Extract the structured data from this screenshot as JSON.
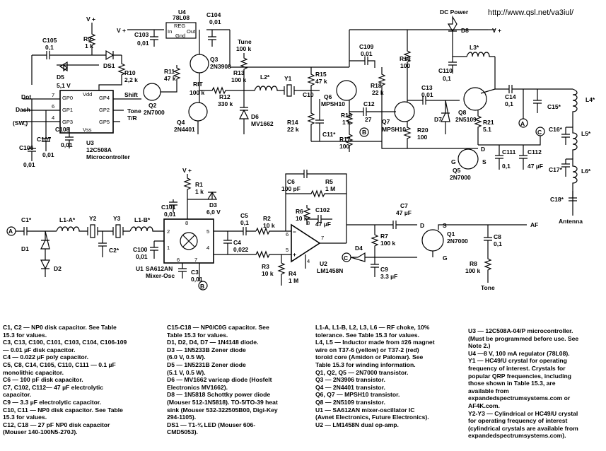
{
  "url": "http://www.qsl.net/va3iul/",
  "labels": {
    "dc_power": "DC Power",
    "vplus": "V +",
    "u4": "U4",
    "u4_part": "78L08",
    "reg": "REG",
    "in": "In",
    "gnd": "Gnd",
    "out": "Out",
    "c104": "C104",
    "c104_v": "0,01",
    "c103": "C103",
    "c103_v": "0,01",
    "c105": "C105",
    "c105_v": "0,1",
    "r9": "R9",
    "r9_v": "1 k",
    "ds1": "DS1",
    "d5": "D5",
    "d5_v": "5,1 V",
    "r10": "R10",
    "r10_v": "2,2 k",
    "tune": "Tune",
    "tune_v": "100 k",
    "q3": "Q3",
    "q3_p": "2N3908",
    "r11": "R11",
    "r11_v": "47 k",
    "r13": "R13",
    "r13_v": "100 k",
    "rit": "RIT",
    "rit_v": "100 k",
    "r12": "R12",
    "r12_v": "330 k",
    "l2": "L2*",
    "y1": "Y1",
    "d6": "D6",
    "d6_p": "MV1662",
    "q2": "Q2",
    "q2_p": "2N7000",
    "q4": "Q4",
    "q4_p": "2N4401",
    "dot": "Dot",
    "dash": "Dash",
    "sw": "(SW,)",
    "vdd": "Vdd",
    "vss": "Vss",
    "gp0": "GP0",
    "gp1": "GP1",
    "gp3": "GP3",
    "gp4": "GP4",
    "gp2": "GP2",
    "gp5": "GP5",
    "shift": "Shift",
    "tone_tr": "Tone",
    "tr": "T/R",
    "u3": "U3",
    "u3_p": "12C508A",
    "u3_d": "Microcontroller",
    "c106": "C106",
    "c106_v": "0,01",
    "c107": "C107",
    "c107_v": "0,01",
    "c108": "C108",
    "c108_v": "0,01",
    "r15": "R15",
    "r15_v": "47 k",
    "c10": "C10",
    "r14": "R14",
    "r14_v": "22 k",
    "c11": "C11*",
    "q6": "Q6",
    "q6_p": "MPSH10",
    "c109": "C109",
    "c109_v": "0,01",
    "r18": "R18",
    "r18_v": "22 k",
    "r16": "R16",
    "r16_v": "1 k",
    "r17": "R17",
    "r17_v": "100",
    "c12": "C12",
    "c12_v": "27",
    "r19": "R19",
    "r19_v": "100",
    "q7": "Q7",
    "q7_p": "MPSH10",
    "r20": "R20",
    "r20_v": "100",
    "c110": "C110",
    "c110_v": "0,1",
    "l3": "L3*",
    "d8": "D8",
    "c13": "C13",
    "c13_v": "0,01",
    "d7": "D7",
    "q8": "Q8",
    "q8_p": "2N5109",
    "r21": "R21",
    "r21_v": "5.1",
    "c14": "C14",
    "c14_v": "0,1",
    "c15": "C15*",
    "l4": "L4*",
    "c16": "C16*",
    "l5": "L5*",
    "c17": "C17*",
    "l6": "L6*",
    "c18": "C18*",
    "antenna": "Antenna",
    "q5": "Q5",
    "q5_p": "2N7000",
    "c111": "C111",
    "c111_v": "0,1",
    "c112": "C112",
    "c112_v": "47 µF",
    "r1": "R1",
    "r1_v": "1 k",
    "d3": "D3",
    "d3_v": "6,0 V",
    "c101": "C101",
    "c101_v": "0,01",
    "c1": "C1*",
    "l1a": "L1-A*",
    "y2": "Y2",
    "y3": "Y3",
    "l1b": "L1-B*",
    "d1": "D1",
    "d2": "D2",
    "c2": "C2*",
    "c100": "C100",
    "c100_v": "0,01",
    "c3": "C3",
    "c3_v": "0,01",
    "u1": "U1",
    "u1_p": "SA612AN",
    "u1_d": "Mixer-Osc",
    "c4": "C4",
    "c4_v": "0,022",
    "c5": "C5",
    "c5_v": "0,1",
    "r2": "R2",
    "r2_v": "10 k",
    "r3": "R3",
    "r3_v": "10 k",
    "r4": "R4",
    "r4_v": "1 M",
    "c6": "C6",
    "c6_v": "100 pF",
    "r5": "R5",
    "r5_v": "1 M",
    "r6": "R6",
    "r6_v": "10 k",
    "c102": "C102",
    "c102_v": "47 µF",
    "u2": "U2",
    "u2_p": "LM1458N",
    "c7": "C7",
    "c7_v": "47 µF",
    "r7": "R7",
    "r7_v": "100 k",
    "d4": "D4",
    "c9": "C9",
    "c9_v": "3.3 µF",
    "q1": "Q1",
    "q1_p": "2N7000",
    "c8": "C8",
    "c8_v": "0,1",
    "r8": "R8",
    "r8_v": "100 k",
    "tone": "Tone",
    "af": "AF",
    "node_a": "A",
    "node_b": "B",
    "node_c": "C",
    "pin_d": "D",
    "pin_g": "G",
    "pin_s": "S"
  },
  "notes": {
    "col1": [
      "C1, C2 — NP0 disk capacitor. See Table",
      "15.3 for values.",
      "C3, C13, C100, C101, C103, C104, C106-109",
      "— 0.01 µF disk capacitor.",
      "C4 — 0.022 µF poly capacitor.",
      "C5, C8, C14, C105, C110, C111 — 0.1 µF",
      "monolithic capacitor.",
      "C6 — 100 pF disk capacitor.",
      "C7, C102, C112— 47 µF electrolytic",
      "capacitor.",
      "C9 — 3.3 µF electrolytic capacitor.",
      "C10, C11 — NP0 disk capacitor. See Table",
      "15.3 for values.",
      "C12, C18 — 27 pF NP0 disk capacitor",
      "(Mouser 140-100N5-270J)."
    ],
    "col2": [
      "C15-C18 — NP0/C0G capacitor. See",
      "Table 15.3 for values.",
      "D1, D2, D4, D7 — 1N4148 diode.",
      "D3 — 1N5233B Zener diode",
      "(6.0 V, 0.5 W).",
      "D5 — 1N5231B Zener diode",
      "(5.1 V, 0.5 W).",
      "D6 — MV1662 varicap diode (Hosfelt",
      "Electronics MV1662).",
      "D8 — 1N5818 Schottky power diode",
      "(Mouser 512-1N5818). TO-5/TO-39 heat",
      "sink (Mouser 532-322505B00, Digi-Key",
      "294-1105).",
      "DS1 — T1-¾ LED (Mouser 606-",
      "CMD5053)."
    ],
    "col3": [
      "L1-A, L1-B, L2, L3, L6 — RF choke, 10%",
      "tolerance. See Table 15.3 for values.",
      "L4, L5 — Inductor made from #26 magnet",
      "wire on T37-6 (yellow) or T37-2 (red)",
      "toroid core (Amidon or Palomar). See",
      "Table 15.3 for winding information.",
      "Q1, Q2, Q5 — 2N7000 transistor.",
      "Q3 — 2N3906 transistor.",
      "Q4 — 2N4401 transistor.",
      "Q6, Q7 — MPSH10 transistor.",
      "Q8 — 2N5109 transistor.",
      "U1 — SA612AN mixer-oscillator IC",
      "(Avnet Electronics, Future Electronics).",
      "U2 — LM1458N dual op-amp."
    ],
    "col4": [
      "U3 — 12C508A-04/P microcontroller.",
      "(Must be programmed before use. See",
      "Note 2.)",
      "U4 —8 V, 100 mA regulator (78L08).",
      "Y1 — HC49/U crystal for operating",
      "frequency of interest. Crystals for",
      "popular QRP frequencies, including",
      "those shown in Table 15.3, are",
      "available from",
      "expandedspectrumsystems.com or",
      "AF4K.com.",
      "Y2-Y3 — Cylindrical or HC49/U crystal",
      "for operating frequency of interest",
      "(cylindrical crystals are available from",
      "expandedspectrumsystems.com)."
    ]
  }
}
